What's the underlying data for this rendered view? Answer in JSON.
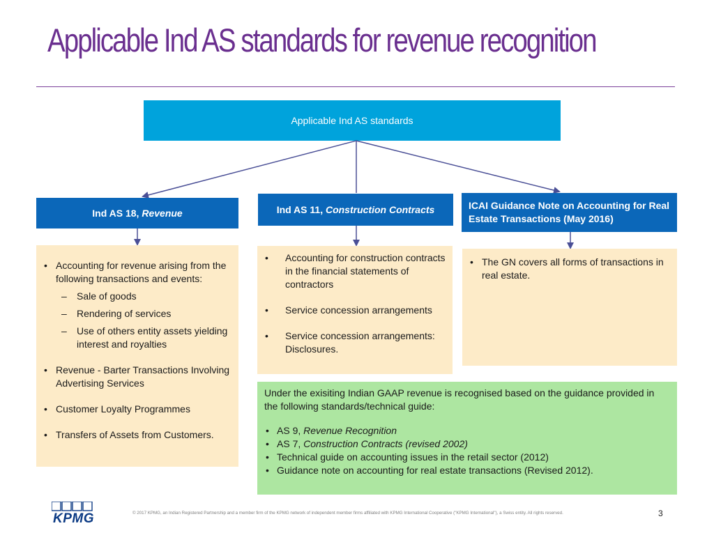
{
  "slide": {
    "title": "Applicable Ind AS standards for revenue recognition",
    "top_box": "Applicable Ind AS standards",
    "page_number": "3",
    "footer": "© 2017 KPMG, an Indian Registered Partnership and a member firm of the KPMG network of independent member firms affiliated with KPMG International Cooperative (\"KPMG International\"), a Swiss entity. All rights reserved."
  },
  "columns": [
    {
      "header_prefix": "Ind AS 18, ",
      "header_italic": "Revenue",
      "items": [
        "Accounting for revenue arising from the following transactions and events:",
        "Revenue - Barter Transactions Involving Advertising Services",
        "Customer Loyalty Programmes",
        "Transfers of Assets from Customers."
      ],
      "sub_items": [
        "Sale of goods",
        "Rendering of services",
        "Use of others entity assets yielding interest and royalties"
      ]
    },
    {
      "header_prefix": "Ind AS 11, ",
      "header_italic": "Construction Contracts",
      "items": [
        "Accounting for construction contracts in the financial statements of contractors",
        "Service concession arrangements",
        "Service concession arrangements: Disclosures."
      ]
    },
    {
      "header": "ICAI Guidance Note on Accounting for Real Estate Transactions (May 2016)",
      "items": [
        "The GN covers all forms of transactions in real estate."
      ]
    }
  ],
  "gaap": {
    "intro": "Under the exisiting Indian GAAP revenue is recognised based on the guidance provided in the following standards/technical guide:",
    "items": [
      {
        "prefix": "AS 9, ",
        "italic": "Revenue Recognition",
        "suffix": ""
      },
      {
        "prefix": "AS 7, ",
        "italic": "Construction Contracts (revised 2002)",
        "suffix": ""
      },
      {
        "prefix": "Technical guide on accounting issues in the retail sector (2012)",
        "italic": "",
        "suffix": ""
      },
      {
        "prefix": "Guidance note on accounting for real estate transactions (Revised 2012).",
        "italic": "",
        "suffix": ""
      }
    ]
  },
  "logo": {
    "text": "KPMG",
    "color": "#0b3a84"
  },
  "colors": {
    "title": "#6a2f8f",
    "top_box": "#00a3dc",
    "header": "#0b67b9",
    "content": "#fdebc8",
    "gaap": "#ade6a1",
    "arrow": "#4a4f96"
  }
}
